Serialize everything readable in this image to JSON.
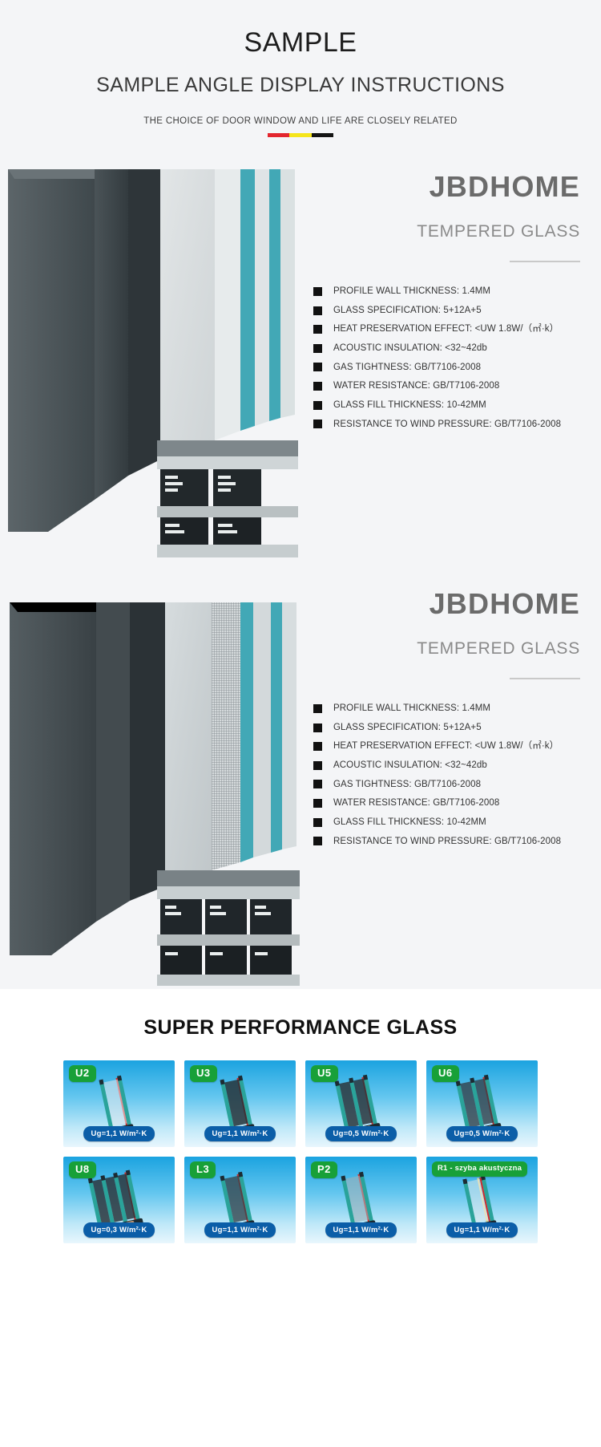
{
  "header": {
    "title": "SAMPLE",
    "subtitle": "SAMPLE ANGLE DISPLAY INSTRUCTIONS",
    "tagline": "THE CHOICE OF DOOR WINDOW AND LIFE ARE CLOSELY RELATED",
    "accent_colors": [
      "#e3262e",
      "#f5e51b",
      "#141414"
    ]
  },
  "products": [
    {
      "brand": "JBDHOME",
      "brand_sub": "TEMPERED GLASS",
      "specs": [
        "PROFILE WALL THICKNESS: 1.4MM",
        "GLASS SPECIFICATION: 5+12A+5",
        "HEAT PRESERVATION EFFECT: <UW 1.8W/（㎡·k）",
        "ACOUSTIC INSULATION: <32~42db",
        "GAS TIGHTNESS: GB/T7106-2008",
        "WATER RESISTANCE: GB/T7106-2008",
        "GLASS FILL THICKNESS: 10-42MM",
        "RESISTANCE TO WIND PRESSURE: GB/T7106-2008"
      ]
    },
    {
      "brand": "JBDHOME",
      "brand_sub": "TEMPERED GLASS",
      "specs": [
        "PROFILE WALL THICKNESS: 1.4MM",
        "GLASS SPECIFICATION: 5+12A+5",
        "HEAT PRESERVATION EFFECT: <UW 1.8W/（㎡·k）",
        "ACOUSTIC INSULATION: <32~42db",
        "GAS TIGHTNESS: GB/T7106-2008",
        "WATER RESISTANCE: GB/T7106-2008",
        "GLASS FILL THICKNESS: 10-42MM",
        "RESISTANCE TO WIND PRESSURE: GB/T7106-2008"
      ]
    }
  ],
  "performance": {
    "title": "SUPER PERFORMANCE GLASS",
    "badge_color": "#18a038",
    "pill_color": "#0b5ea8",
    "cards": [
      {
        "badge": "U2",
        "value": "Ug=1,1 W/m²·K",
        "panes": 2,
        "wide": false
      },
      {
        "badge": "U3",
        "value": "Ug=1,1 W/m²·K",
        "panes": 2,
        "wide": false
      },
      {
        "badge": "U5",
        "value": "Ug=0,5 W/m²·K",
        "panes": 3,
        "wide": false
      },
      {
        "badge": "U6",
        "value": "Ug=0,5 W/m²·K",
        "panes": 3,
        "wide": false
      },
      {
        "badge": "U8",
        "value": "Ug=0,3 W/m²·K",
        "panes": 4,
        "wide": false
      },
      {
        "badge": "L3",
        "value": "Ug=1,1 W/m²·K",
        "panes": 2,
        "wide": false
      },
      {
        "badge": "P2",
        "value": "Ug=1,1 W/m²·K",
        "panes": 2,
        "wide": false
      },
      {
        "badge": "R1 - szyba akustyczna",
        "value": "Ug=1,1 W/m²·K",
        "panes": 2,
        "wide": true
      }
    ]
  }
}
